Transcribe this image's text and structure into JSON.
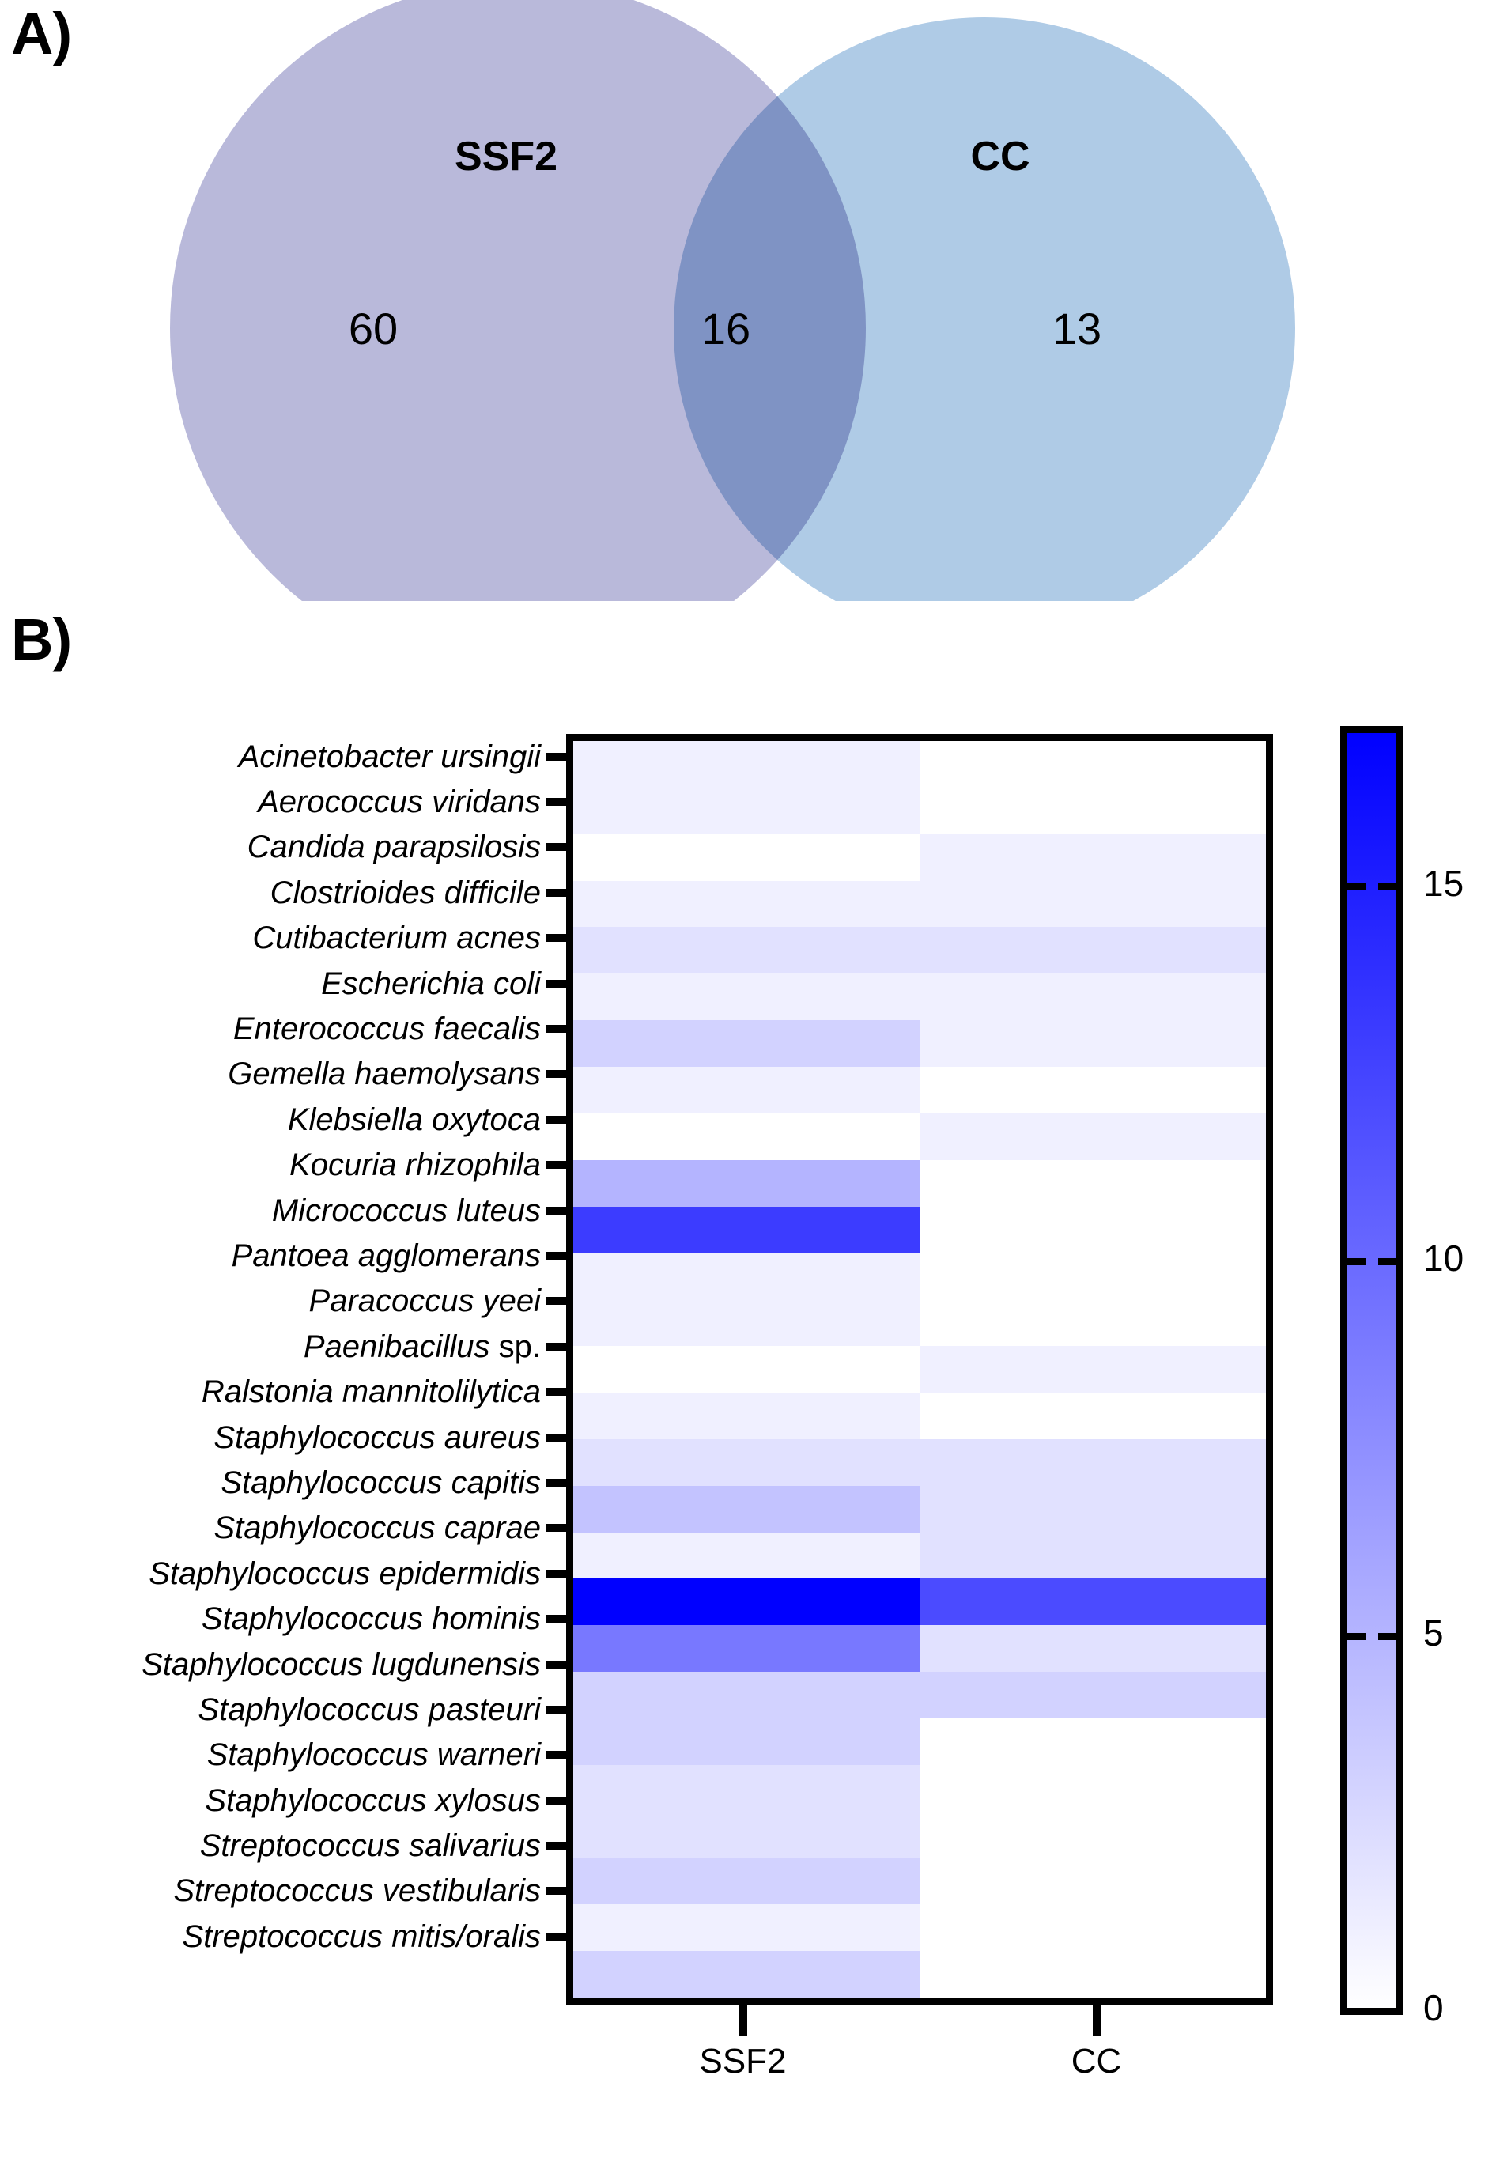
{
  "figure": {
    "panel_a_letter": "A)",
    "panel_b_letter": "B)"
  },
  "venn": {
    "left_label": "SSF2",
    "right_label": "CC",
    "left_only": "60",
    "intersection": "16",
    "right_only": "13",
    "left_color": "#b9b9da",
    "right_color": "#9dbfe0",
    "intersection_color": "#8e9ec6"
  },
  "heatmap_axis": {
    "x_labels": [
      "SSF2",
      "CC"
    ],
    "colorbar_ticks": [
      "15",
      "10",
      "5",
      "0"
    ],
    "colorbar_tick_values": [
      15,
      10,
      5,
      0
    ],
    "colorbar_top_color": "#0000ff",
    "colorbar_bottom_color": "#ffffff"
  },
  "chart_data": {
    "type": "heatmap",
    "title": "",
    "xlabel": "",
    "ylabel": "",
    "columns": [
      "SSF2",
      "CC"
    ],
    "rows": [
      "Acinetobacter ursingii",
      "Aerococcus viridans",
      "Candida parapsilosis",
      "Clostrioides difficile",
      "Cutibacterium acnes",
      "Escherichia coli",
      "Enterococcus faecalis",
      "Gemella haemolysans",
      "Klebsiella oxytoca",
      "Kocuria rhizophila",
      "Micrococcus luteus",
      "Pantoea agglomerans",
      "Paracoccus yeei",
      "Paenibacillus sp.",
      "Ralstonia mannitolilytica",
      "Staphylococcus aureus",
      "Staphylococcus capitis",
      "Staphylococcus caprae",
      "Staphylococcus epidermidis",
      "Staphylococcus hominis",
      "Staphylococcus lugdunensis",
      "Staphylococcus pasteuri",
      "Staphylococcus warneri",
      "Staphylococcus xylosus",
      "Streptococcus salivarius",
      "Streptococcus vestibularis",
      "Streptococcus mitis/oralis"
    ],
    "row_italic_exceptions": {
      "Paenibacillus sp.": "sp."
    },
    "values": [
      [
        1,
        0
      ],
      [
        1,
        0
      ],
      [
        0,
        1
      ],
      [
        1,
        1
      ],
      [
        2,
        2
      ],
      [
        1,
        1
      ],
      [
        3,
        1
      ],
      [
        1,
        0
      ],
      [
        0,
        1
      ],
      [
        5,
        0
      ],
      [
        13,
        0
      ],
      [
        1,
        0
      ],
      [
        1,
        0
      ],
      [
        0,
        1
      ],
      [
        1,
        0
      ],
      [
        2,
        2
      ],
      [
        4,
        2
      ],
      [
        1,
        2
      ],
      [
        17,
        12
      ],
      [
        9,
        2
      ],
      [
        3,
        3
      ],
      [
        3,
        0
      ],
      [
        2,
        0
      ],
      [
        2,
        0
      ],
      [
        3,
        0
      ],
      [
        1,
        0
      ],
      [
        3,
        0
      ]
    ],
    "zlim": [
      0,
      17
    ],
    "colormap": "white-to-blue",
    "grid": false,
    "legend_position": "right"
  }
}
